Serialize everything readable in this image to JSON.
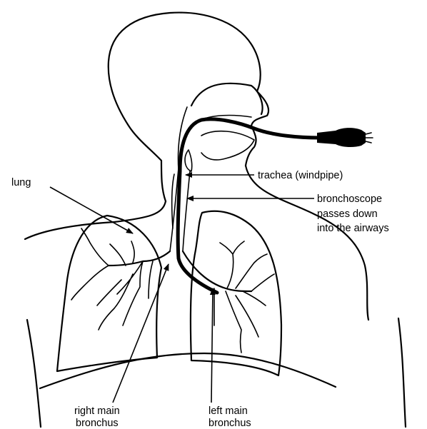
{
  "labels": {
    "lung": "lung",
    "trachea": "trachea (windpipe)",
    "bronchoscope": [
      "bronchoscope",
      "passes down",
      "into the airways"
    ],
    "right_main_bronchus": [
      "right main",
      "bronchus"
    ],
    "left_main_bronchus": [
      "left main",
      "bronchus"
    ]
  },
  "colors": {
    "line": "#000000",
    "background": "#ffffff"
  }
}
